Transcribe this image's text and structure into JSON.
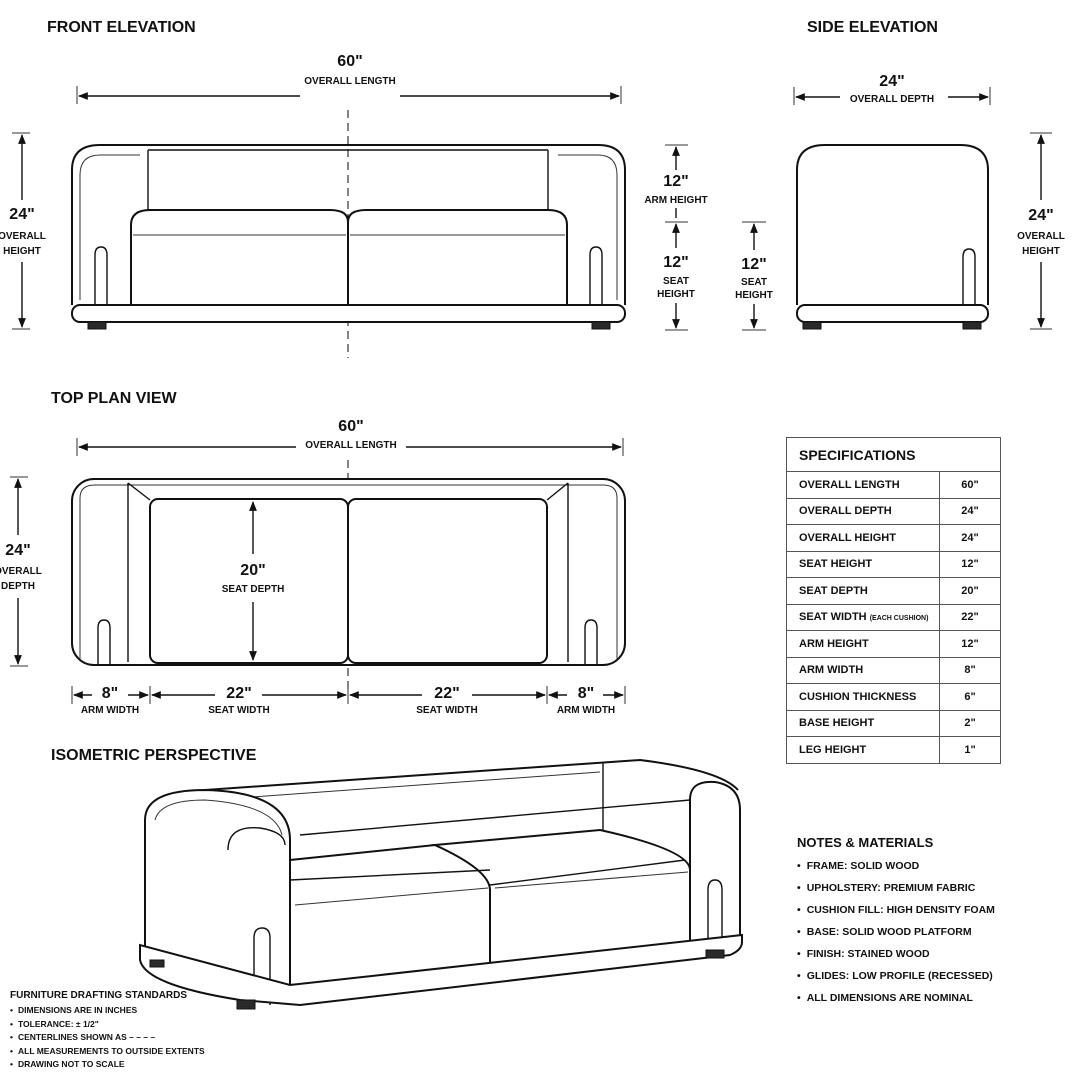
{
  "views": {
    "front": {
      "title": "FRONT ELEVATION",
      "length_value": "60\"",
      "length_label": "OVERALL LENGTH",
      "height_value": "24\"",
      "height_label_1": "OVERALL",
      "height_label_2": "HEIGHT",
      "arm_value": "12\"",
      "arm_label": "ARM HEIGHT",
      "seat_value": "12\"",
      "seat_label_1": "SEAT",
      "seat_label_2": "HEIGHT"
    },
    "side": {
      "title": "SIDE ELEVATION",
      "depth_value": "24\"",
      "depth_label": "OVERALL DEPTH",
      "seat_value": "12\"",
      "seat_label_1": "SEAT",
      "seat_label_2": "HEIGHT",
      "height_value": "24\"",
      "height_label_1": "OVERALL",
      "height_label_2": "HEIGHT"
    },
    "top": {
      "title": "TOP PLAN VIEW",
      "length_value": "60\"",
      "length_label": "OVERALL LENGTH",
      "depth_value": "24\"",
      "depth_label_1": "OVERALL",
      "depth_label_2": "DEPTH",
      "seat_depth_value": "20\"",
      "seat_depth_label": "SEAT DEPTH",
      "widths": [
        {
          "value": "8\"",
          "label": "ARM WIDTH"
        },
        {
          "value": "22\"",
          "label": "SEAT WIDTH"
        },
        {
          "value": "22\"",
          "label": "SEAT WIDTH"
        },
        {
          "value": "8\"",
          "label": "ARM WIDTH"
        }
      ]
    },
    "iso": {
      "title": "ISOMETRIC PERSPECTIVE"
    }
  },
  "specifications": {
    "title": "SPECIFICATIONS",
    "rows": [
      {
        "label": "OVERALL LENGTH",
        "sub": "",
        "value": "60\""
      },
      {
        "label": "OVERALL DEPTH",
        "sub": "",
        "value": "24\""
      },
      {
        "label": "OVERALL HEIGHT",
        "sub": "",
        "value": "24\""
      },
      {
        "label": "SEAT HEIGHT",
        "sub": "",
        "value": "12\""
      },
      {
        "label": "SEAT DEPTH",
        "sub": "",
        "value": "20\""
      },
      {
        "label": "SEAT WIDTH",
        "sub": "(EACH CUSHION)",
        "value": "22\""
      },
      {
        "label": "ARM HEIGHT",
        "sub": "",
        "value": "12\""
      },
      {
        "label": "ARM WIDTH",
        "sub": "",
        "value": "8\""
      },
      {
        "label": "CUSHION THICKNESS",
        "sub": "",
        "value": "6\""
      },
      {
        "label": "BASE HEIGHT",
        "sub": "",
        "value": "2\""
      },
      {
        "label": "LEG HEIGHT",
        "sub": "",
        "value": "1\""
      }
    ]
  },
  "notes": {
    "title": "NOTES & MATERIALS",
    "items": [
      "FRAME: SOLID WOOD",
      "UPHOLSTERY: PREMIUM FABRIC",
      "CUSHION FILL: HIGH DENSITY FOAM",
      "BASE: SOLID WOOD PLATFORM",
      "FINISH: STAINED WOOD",
      "GLIDES: LOW PROFILE (RECESSED)",
      "ALL DIMENSIONS ARE NOMINAL"
    ]
  },
  "standards": {
    "title": "FURNITURE DRAFTING STANDARDS",
    "items": [
      "DIMENSIONS ARE IN INCHES",
      "TOLERANCE: ± 1/2\"",
      "CENTERLINES SHOWN AS – – – –",
      "ALL MEASUREMENTS TO OUTSIDE EXTENTS",
      "DRAWING NOT TO SCALE"
    ]
  }
}
